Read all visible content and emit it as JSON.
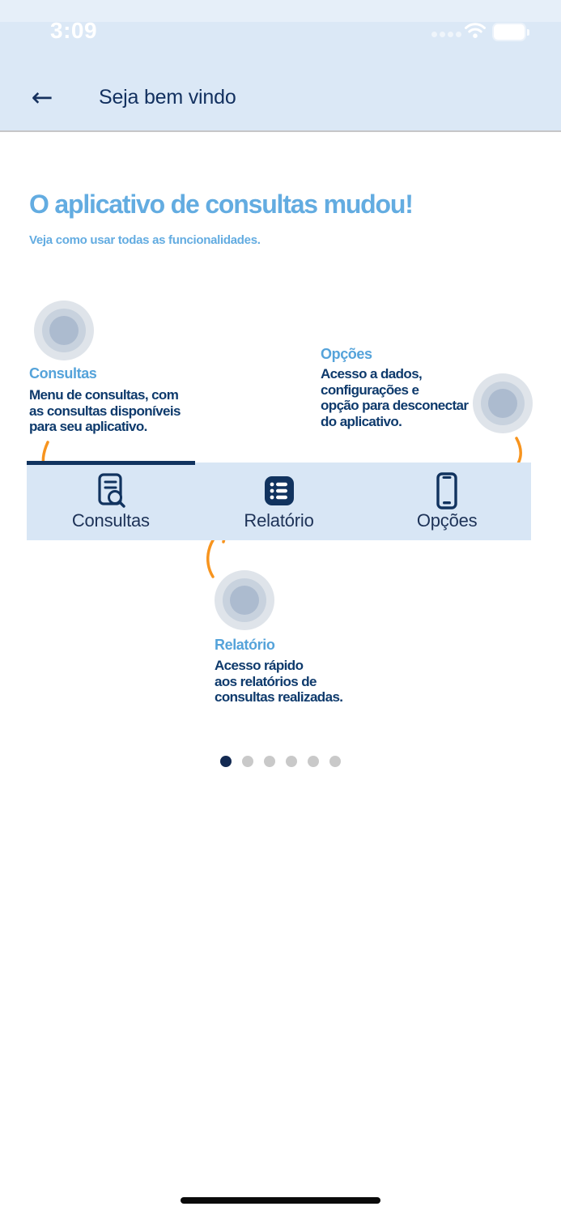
{
  "status_bar": {
    "time": "3:09",
    "icons": [
      "cellular-signal",
      "wifi",
      "battery-full"
    ]
  },
  "header": {
    "back_icon": "←",
    "title": "Seja bem vindo"
  },
  "intro": {
    "title": "O aplicativo de consultas mudou!",
    "subtitle": "Veja como usar todas as funcionalidades."
  },
  "features": [
    {
      "id": "consultas",
      "title": "Consultas",
      "description": "Menu de consultas, com\nas consultas disponíveis\npara seu aplicativo."
    },
    {
      "id": "opcoes",
      "title": "Opções",
      "description": "Acesso a dados,\nconfigurações e\nopção para desconectar\ndo aplicativo."
    },
    {
      "id": "relatorio",
      "title": "Relatório",
      "description": "Acesso rápido\naos relatórios de\nconsultas realizadas."
    }
  ],
  "tab_bar": {
    "active_tab": "Consultas",
    "tabs": [
      {
        "label": "Consultas",
        "icon": "document-search-icon"
      },
      {
        "label": "Relatório",
        "icon": "list-icon"
      },
      {
        "label": "Opções",
        "icon": "smartphone-icon"
      }
    ]
  },
  "pagination": {
    "total": 6,
    "active_index": 0
  },
  "colors": {
    "header_bg": "#dbe8f6",
    "tabbar_bg": "#d8e6f5",
    "accent_blue": "#63ace1",
    "heading_blue": "#55a3da",
    "navy_text": "#0e3a6c",
    "icon_navy": "#11335f",
    "arrow_orange": "#f7941e",
    "dot_active": "#132a52",
    "dot_inactive": "#c9c9c9"
  }
}
